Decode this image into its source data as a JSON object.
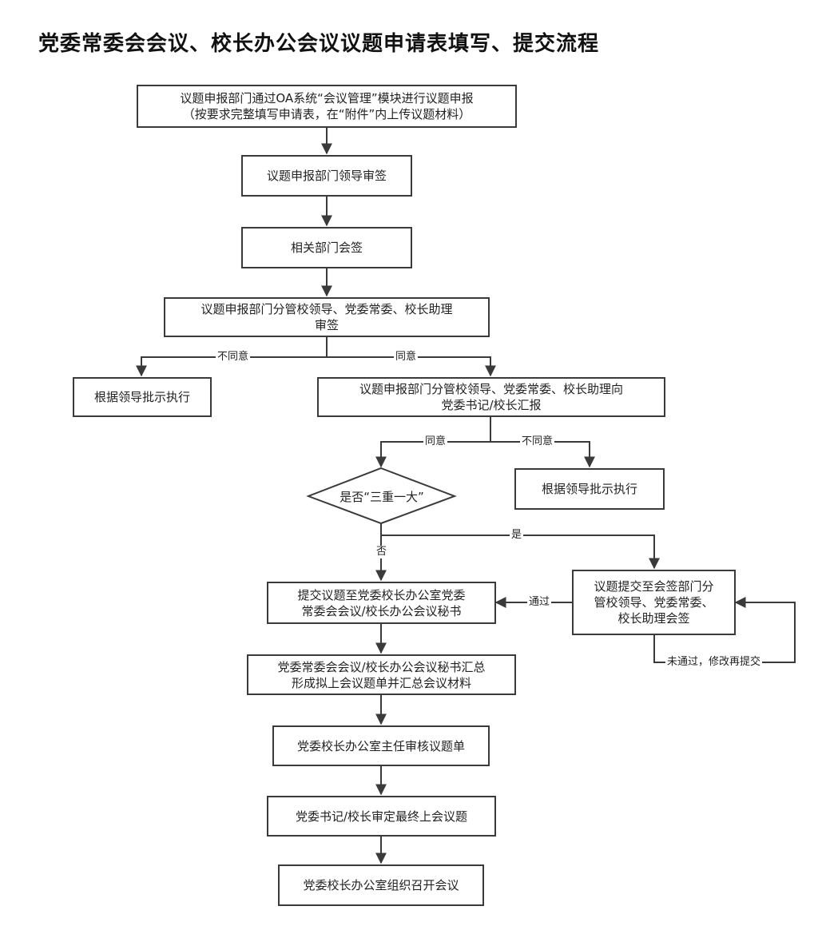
{
  "title": "党委常委会会议、校长办公会议议题申请表填写、提交流程",
  "nodes": {
    "n1": {
      "line1": "议题申报部门通过OA系统“会议管理”模块进行议题申报",
      "line2": "（按要求完整填写申请表，在“附件”内上传议题材料）"
    },
    "n2": {
      "text": "议题申报部门领导审签"
    },
    "n3": {
      "text": "相关部门会签"
    },
    "n4": {
      "line1": "议题申报部门分管校领导、党委常委、校长助理",
      "line2": "审签"
    },
    "n5": {
      "text": "根据领导批示执行"
    },
    "n6": {
      "line1": "议题申报部门分管校领导、党委常委、校长助理向",
      "line2": "党委书记/校长汇报"
    },
    "n7": {
      "text": "根据领导批示执行"
    },
    "decision": {
      "text": "是否“三重一大”"
    },
    "n8": {
      "line1": "提交议题至党委校长办公室党委",
      "line2": "常委会会议/校长办公会议秘书"
    },
    "n9": {
      "line1": "议题提交至会签部门分",
      "line2": "管校领导、党委常委、",
      "line3": "校长助理会签"
    },
    "n10": {
      "line1": "党委常委会会议/校长办公会议秘书汇总",
      "line2": "形成拟上会议题单并汇总会议材料"
    },
    "n11": {
      "text": "党委校长办公室主任审核议题单"
    },
    "n12": {
      "text": "党委书记/校长审定最终上会议题"
    },
    "n13": {
      "text": "党委校长办公室组织召开会议"
    }
  },
  "edge_labels": {
    "disagree_1": "不同意",
    "agree_1": "同意",
    "agree_2": "同意",
    "disagree_2": "不同意",
    "yes": "是",
    "no": "否",
    "passed": "通过",
    "not_passed": "未通过，修改再提交"
  },
  "colors": {
    "line": "#3a3a3a",
    "text": "#222222",
    "background": "#ffffff"
  }
}
